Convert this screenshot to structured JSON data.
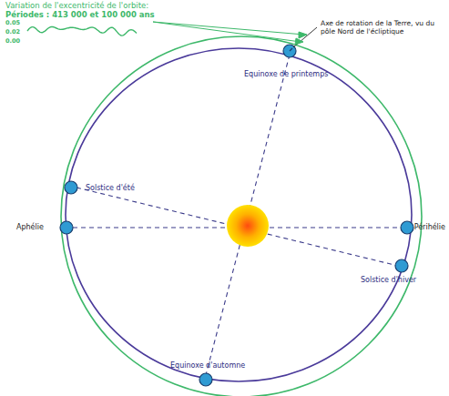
{
  "diagram": {
    "labels": [
      "Variation de l'excentricité de l'orbite:",
      "Périodes : 413 000 et 100 000 ans",
      "0.05",
      "0.02",
      "0.00",
      "Axe de rotation de la Terre, vu du pôle Nord de l'écliptique",
      "Equinoxe de printemps",
      "Solstice d'été",
      "Aphélie",
      "Périhélie",
      "Solstice d'hiver",
      "Equinoxe d'automne"
    ]
  }
}
